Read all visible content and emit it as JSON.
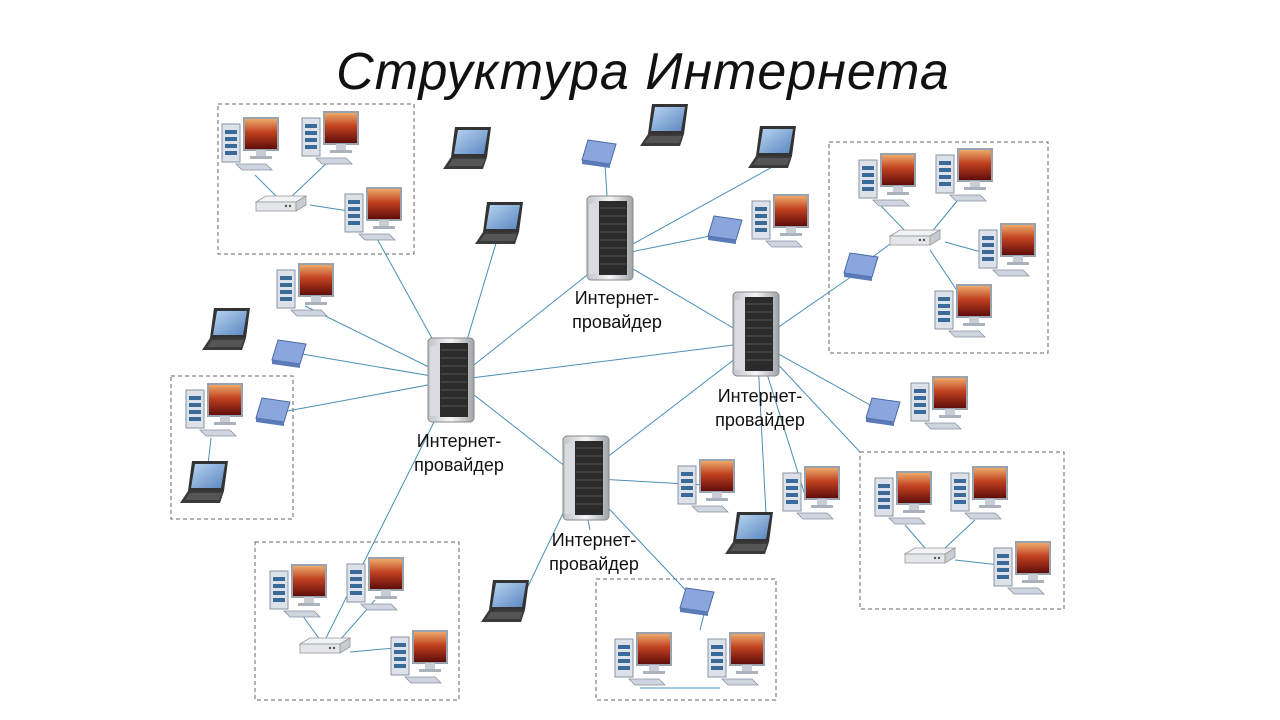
{
  "title": "Структура Интернета",
  "providers": [
    {
      "id": "p1",
      "label_line1": "Интернет-",
      "label_line2": "провайдер"
    },
    {
      "id": "p2",
      "label_line1": "Интернет-",
      "label_line2": "провайдер"
    },
    {
      "id": "p3",
      "label_line1": "Интернет-",
      "label_line2": "провайдер"
    },
    {
      "id": "p4",
      "label_line1": "Интернет-",
      "label_line2": "провайдер"
    }
  ],
  "colors": {
    "link": "#4a8fb8",
    "box_border": "#666666",
    "screen_gradient_top": "#e8a060",
    "screen_gradient_bottom": "#6a1010",
    "laptop_screen": "#7aa6d8",
    "modem": "#7f9ed8",
    "tower": "#e0e4ec",
    "tower_stripe": "#3a6a9a",
    "server_dark": "#2a2a2a"
  },
  "icons": [
    "desktop-computer-icon",
    "laptop-icon",
    "modem-icon",
    "router-icon",
    "server-icon"
  ]
}
